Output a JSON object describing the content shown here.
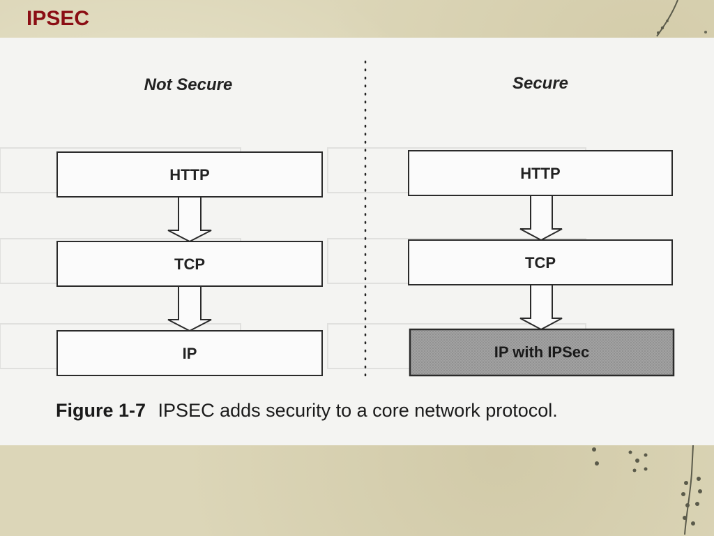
{
  "slide": {
    "title": "IPSEC"
  },
  "diagram": {
    "left_column": {
      "heading": "Not Secure",
      "layers": [
        "HTTP",
        "TCP",
        "IP"
      ]
    },
    "right_column": {
      "heading": "Secure",
      "layers": [
        "HTTP",
        "TCP",
        "IP with IPSec"
      ]
    },
    "caption": {
      "figure_label": "Figure 1-7",
      "text": "IPSEC adds security to a core network protocol."
    },
    "colors": {
      "title": "#8b0e14",
      "secure_layer_fill": "#9a9a9a",
      "box_stroke": "#2a2a2a"
    }
  }
}
